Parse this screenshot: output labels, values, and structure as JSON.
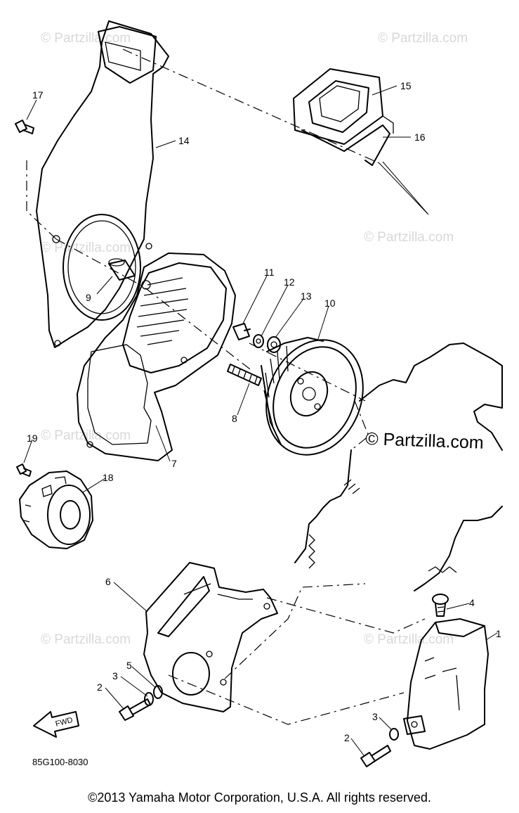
{
  "watermarks": {
    "faint": "© Partzilla.com",
    "main": "© Partzilla.com"
  },
  "diagram_code": "85G100-8030",
  "fwd_label": "FWD",
  "copyright": "©2013  Yamaha Motor Corporation, U.S.A. All rights reserved.",
  "callouts": [
    "1",
    "2",
    "3",
    "4",
    "5",
    "6",
    "7",
    "8",
    "9",
    "10",
    "11",
    "12",
    "13",
    "14",
    "15",
    "16",
    "17",
    "18",
    "19",
    "3",
    "2"
  ]
}
